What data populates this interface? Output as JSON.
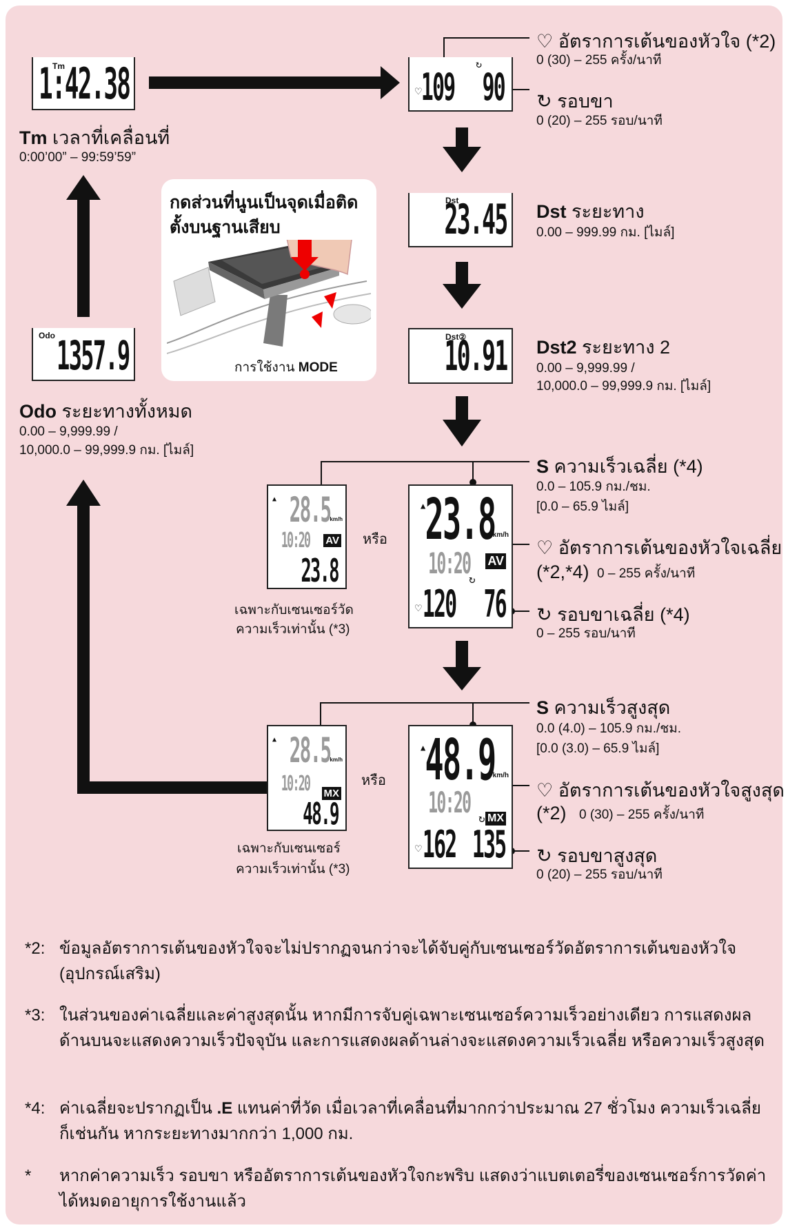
{
  "modes": {
    "tm": {
      "tag": "Tm",
      "reading": "1:42.38",
      "label_bold": "Tm",
      "label": "เวลาที่เคลื่อนที่",
      "range": "0:00’00” – 99:59’59”"
    },
    "hr_cad": {
      "reading_hr": "109",
      "reading_cad": "90",
      "hr_label": "อัตราการเต้นของหัวใจ (*2)",
      "hr_range": "0 (30) – 255 ครั้ง/นาที",
      "cad_label": "รอบขา",
      "cad_range": "0 (20) – 255 รอบ/นาที"
    },
    "dst": {
      "tag": "Dst",
      "reading": "23.45",
      "label_bold": "Dst",
      "label": "ระยะทาง",
      "range": "0.00 – 999.99 กม. [ไมล์]"
    },
    "dst2": {
      "tag": "Dst②",
      "reading": "10.91",
      "label_bold": "Dst2",
      "label": "ระยะทาง 2",
      "range1": "0.00 – 9,999.99 /",
      "range2": "10,000.0 – 99,999.9 กม. [ไมล์]"
    },
    "odo": {
      "tag": "Odo",
      "reading": "1357.9",
      "label_bold": "Odo",
      "label": "ระยะทางทั้งหมด",
      "range1": "0.00 – 9,999.99 /",
      "range2": "10,000.0 – 99,999.9 กม. [ไมล์]"
    },
    "avg": {
      "speed_label": "ความเร็วเฉลี่ย (*4)",
      "speed_range1": "0.0 – 105.9 กม./ชม.",
      "speed_range2": "[0.0 – 65.9 ไมล์]",
      "hr_label": "อัตราการเต้นของหัวใจเฉลี่ย",
      "hr_label2": "(*2,*4)",
      "hr_range": "0 – 255 ครั้ง/นาที",
      "cad_label": "รอบขาเฉลี่ย (*4)",
      "cad_range": "0 – 255 รอบ/นาที",
      "main": "23.8",
      "clock": "10:20",
      "badge": "AV",
      "hr": "120",
      "cad": "76",
      "alt_top": "28.5",
      "alt_bottom": "23.8"
    },
    "max": {
      "speed_label": "ความเร็วสูงสุด",
      "speed_range1": "0.0 (4.0) – 105.9 กม./ชม.",
      "speed_range2": "[0.0 (3.0) – 65.9 ไมล์]",
      "hr_label": "อัตราการเต้นของหัวใจสูงสุด",
      "hr_label2": "(*2)",
      "hr_range": "0 (30) – 255 ครั้ง/นาที",
      "cad_label": "รอบขาสูงสุด",
      "cad_range": "0 (20) – 255 รอบ/นาที",
      "main": "48.9",
      "clock": "10:20",
      "badge": "MX",
      "hr": "162",
      "cad": "135",
      "alt_top": "28.5",
      "alt_bottom": "48.9"
    }
  },
  "or_label": "หรือ",
  "speed_only_caption_avg": [
    "เฉพาะกับเซนเซอร์วัด",
    "ความเร็วเท่านั้น (*3)"
  ],
  "speed_only_caption_max": [
    "เฉพาะกับเซนเซอร์",
    "ความเร็วเท่านั้น (*3)"
  ],
  "photo": {
    "title1": "กดส่วนที่นูนเป็นจุดเมื่อติด",
    "title2": "ตั้งบนฐานเสียบ",
    "caption": "การใช้งาน",
    "caption_bold": "MODE"
  },
  "unit_kmh": "km/h",
  "notes": [
    {
      "key": "*2:",
      "text": "ข้อมูลอัตราการเต้นของหัวใจจะไม่ปรากฏจนกว่าจะได้จับคู่กับเซนเซอร์วัดอัตราการเต้นของหัวใจ (อุปกรณ์เสริม)"
    },
    {
      "key": "*3:",
      "text": "ในส่วนของค่าเฉลี่ยและค่าสูงสุดนั้น หากมีการจับคู่เฉพาะเซนเซอร์ความเร็วอย่างเดียว การแสดงผลด้านบนจะแสดงความเร็วปัจจุบัน และการแสดงผลด้านล่างจะแสดงความเร็วเฉลี่ย หรือความเร็วสูงสุด"
    },
    {
      "key": "*4:",
      "text_pre": "ค่าเฉลี่ยจะปรากฏเป็น ",
      "text_bold": ".E",
      "text_post": " แทนค่าที่วัด เมื่อเวลาที่เคลื่อนที่มากกว่าประมาณ 27 ชั่วโมง ความเร็วเฉลี่ยก็เช่นกัน หากระยะทางมากกว่า 1,000 กม."
    },
    {
      "key": "*",
      "text": "หากค่าความเร็ว รอบขา หรืออัตราการเต้นของหัวใจกะพริบ แสดงว่าแบตเตอรี่ของเซนเซอร์การวัดค่าได้หมดอายุการใช้งานแล้ว"
    }
  ]
}
